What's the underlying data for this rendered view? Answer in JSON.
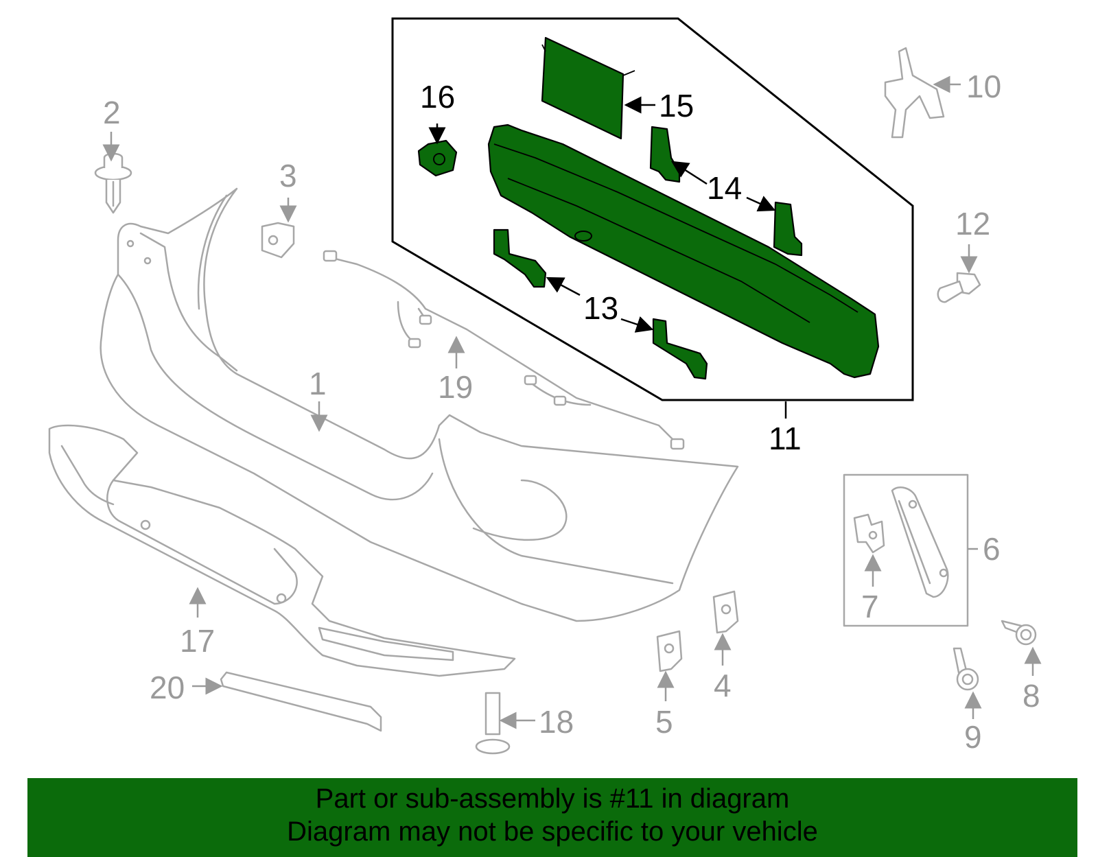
{
  "diagram": {
    "callouts": [
      {
        "id": "1",
        "label": "1"
      },
      {
        "id": "2",
        "label": "2"
      },
      {
        "id": "3",
        "label": "3"
      },
      {
        "id": "4",
        "label": "4"
      },
      {
        "id": "5",
        "label": "5"
      },
      {
        "id": "6",
        "label": "6"
      },
      {
        "id": "7",
        "label": "7"
      },
      {
        "id": "8",
        "label": "8"
      },
      {
        "id": "9",
        "label": "9"
      },
      {
        "id": "10",
        "label": "10"
      },
      {
        "id": "11",
        "label": "11"
      },
      {
        "id": "12",
        "label": "12"
      },
      {
        "id": "13",
        "label": "13"
      },
      {
        "id": "14",
        "label": "14"
      },
      {
        "id": "15",
        "label": "15"
      },
      {
        "id": "16",
        "label": "16"
      },
      {
        "id": "17",
        "label": "17"
      },
      {
        "id": "18",
        "label": "18"
      },
      {
        "id": "19",
        "label": "19"
      },
      {
        "id": "20",
        "label": "20"
      }
    ],
    "highlighted_part": "11",
    "colors": {
      "highlight": "#0b6b0b",
      "outline_grey": "#a7a7a7",
      "label_grey": "#9a9a9a"
    }
  },
  "banner": {
    "line1": "Part or sub-assembly is #11 in diagram",
    "line2": "Diagram may not be specific to your vehicle"
  }
}
